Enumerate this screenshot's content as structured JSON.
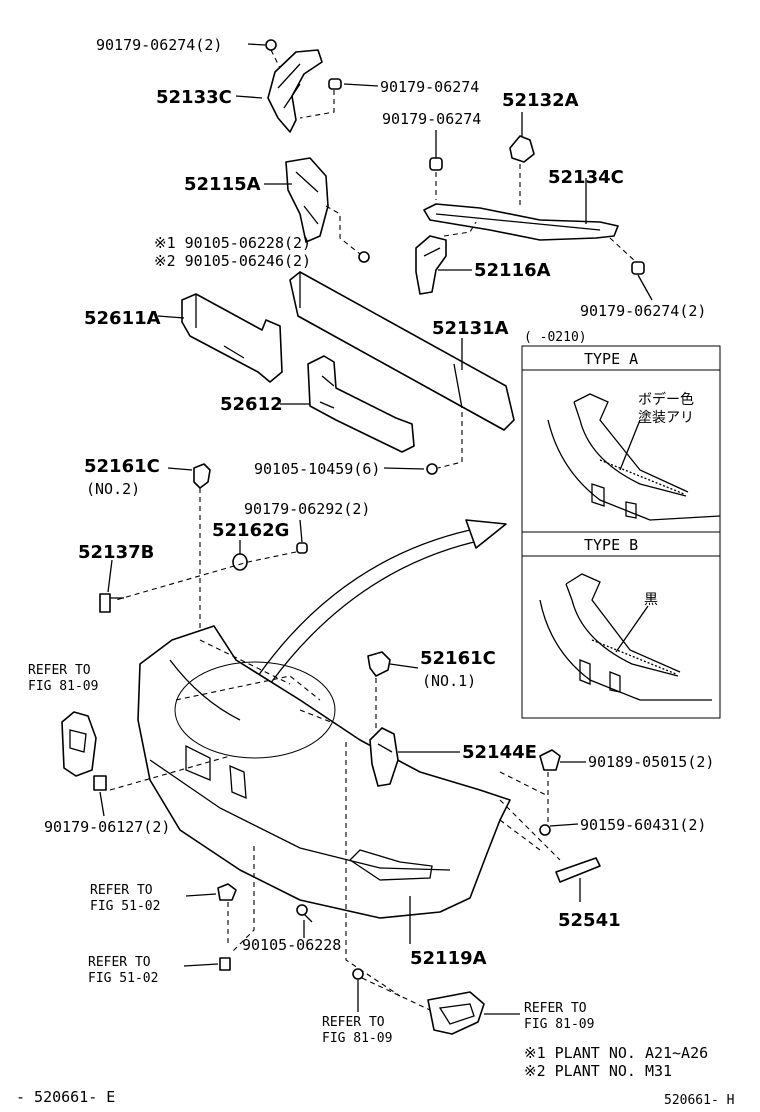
{
  "labels": {
    "p90179_06274_2_top": "90179-06274(2)",
    "p52133C": "52133C",
    "p90179_06274_a": "90179-06274",
    "p52132A": "52132A",
    "p90179_06274_b": "90179-06274",
    "p52115A": "52115A",
    "p52134C": "52134C",
    "p90105_06228_2": "※1 90105-06228(2)",
    "p90105_06246_2": "※2 90105-06246(2)",
    "p52116A": "52116A",
    "p52611A": "52611A",
    "p90179_06274_2_right": "90179-06274(2)",
    "p52131A": "52131A",
    "p52612": "52612",
    "p52161C_no2": "52161C",
    "p52161C_no2_sub": "(NO.2)",
    "p90105_10459_6": "90105-10459(6)",
    "p90179_06292_2": "90179-06292(2)",
    "p52162G": "52162G",
    "p52137B": "52137B",
    "refer_81_09_left_1": "REFER TO",
    "refer_81_09_left_2": "FIG 81-09",
    "p52161C_no1": "52161C",
    "p52161C_no1_sub": "(NO.1)",
    "p52144E": "52144E",
    "p90189_05015_2": "90189-05015(2)",
    "p90179_06127_2": "90179-06127(2)",
    "p90159_60431_2": "90159-60431(2)",
    "refer_51_02_a_1": "REFER TO",
    "refer_51_02_a_2": "FIG 51-02",
    "p52541": "52541",
    "p90105_06228": "90105-06228",
    "refer_51_02_b_1": "REFER TO",
    "refer_51_02_b_2": "FIG 51-02",
    "p52119A": "52119A",
    "refer_81_09_bottom_1": "REFER TO",
    "refer_81_09_bottom_2": "FIG 81-09",
    "refer_81_09_right_1": "REFER TO",
    "refer_81_09_right_2": "FIG 81-09"
  },
  "inset": {
    "date_note": "( -0210)",
    "type_a_title": "TYPE A",
    "type_a_note_1": "ボデー色",
    "type_a_note_2": "塗装アリ",
    "type_b_title": "TYPE B",
    "type_b_note": "黒"
  },
  "footnotes": {
    "note1": "※1 PLANT NO. A21~A26",
    "note2": "※2 PLANT NO. M31"
  },
  "codes": {
    "left": "- 520661- E",
    "right": "520661- H"
  }
}
